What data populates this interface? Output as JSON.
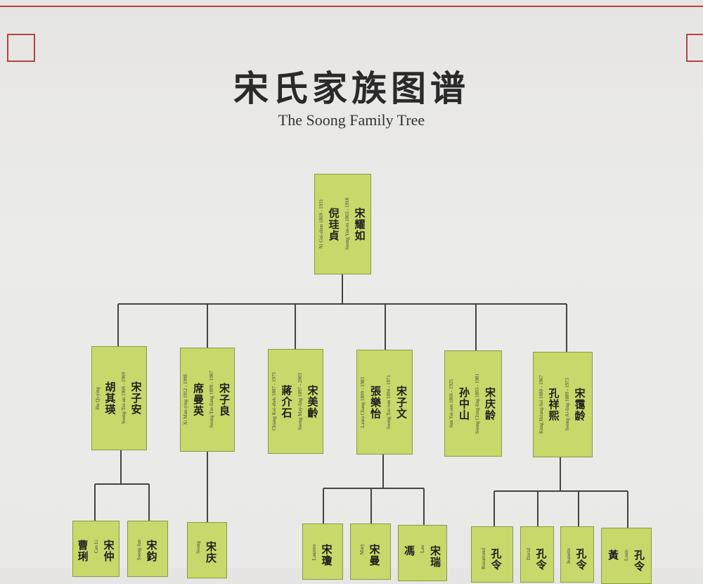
{
  "title": "宋氏家族图谱",
  "subtitle": "The Soong Family Tree",
  "root": {
    "name": "宋耀如",
    "spouse": "倪珪貞",
    "en1": "Soong Yao-ru 1863 - 1918",
    "en2": "Ni Gui-zhen 1869 - 1931"
  },
  "children": [
    {
      "name": "宋子安",
      "spouse": "胡其瑛",
      "en1": "Soong Tse-an 1906 - 1969",
      "en2": "Hu Qi-ying"
    },
    {
      "name": "宋子良",
      "spouse": "席曼英",
      "en1": "Soong Tse-liang 1899 - 1987",
      "en2": "Xi Man-ying 1912 - 1998"
    },
    {
      "name": "宋美齡",
      "spouse": "蔣介石",
      "en1": "Soong May-ling 1897 - 2003",
      "en2": "Chiang Kai-shek 1887 - 1975"
    },
    {
      "name": "宋子文",
      "spouse": "張樂怡",
      "en1": "Soong Tse-ven 1894 - 1971",
      "en2": "Laura Chang 1899 - 1983"
    },
    {
      "name": "宋庆龄",
      "spouse": "孙中山",
      "en1": "Soong Ching-ling 1893 - 1981",
      "en2": "Sun Yat-sen 1866 - 1925"
    },
    {
      "name": "宋霭龄",
      "spouse": "孔祥熙",
      "en1": "Soong Ai-ling 1889 - 1973",
      "en2": "Kung Hsiang-hsi 1880 - 1967"
    }
  ],
  "grandchildren": [
    {
      "name": "曹琍",
      "name2": "宋仲",
      "en": "Cao Li"
    },
    {
      "name": "宋鈞",
      "en": "Soong Jun"
    },
    {
      "name": "宋庆",
      "en": "Soong"
    },
    {
      "name": "宋瓊",
      "en": "Laurette"
    },
    {
      "name": "宋曼",
      "en": "Mary"
    },
    {
      "name": "馮",
      "name2": "宋瑞",
      "en": "Lau"
    },
    {
      "name": "孔令",
      "en": "Rosamond"
    },
    {
      "name": "孔令",
      "en": "David"
    },
    {
      "name": "孔令",
      "en": "Jeanette"
    },
    {
      "name": "黃",
      "name2": "孔令",
      "en": "Louis"
    }
  ],
  "colors": {
    "card": "#c8d86a",
    "card_border": "#8a9a48",
    "frame": "#b8433a",
    "line": "#444444"
  }
}
